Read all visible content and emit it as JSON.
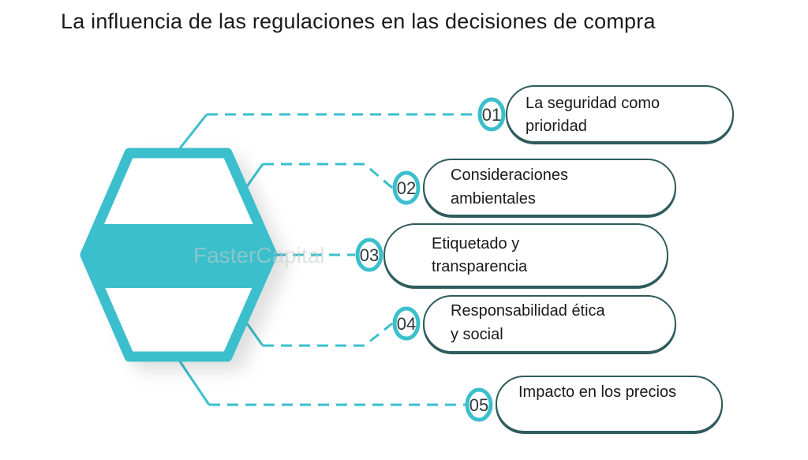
{
  "title": "La influencia de las regulaciones en las decisiones de compra",
  "watermark": "FasterCapital",
  "accent_color": "#3bbfcc",
  "border_color": "#2f5b5c",
  "items": [
    {
      "number": "01",
      "label": "La seguridad como prioridad",
      "lines": [
        "La seguridad como",
        "prioridad"
      ]
    },
    {
      "number": "02",
      "label": "Consideraciones ambientales",
      "lines": [
        "Consideraciones",
        "ambientales"
      ]
    },
    {
      "number": "03",
      "label": "Etiquetado y transparencia",
      "lines": [
        "Etiquetado y",
        "transparencia"
      ]
    },
    {
      "number": "04",
      "label": "Responsabilidad ética y social",
      "lines": [
        "Responsabilidad ética",
        "y social"
      ]
    },
    {
      "number": "05",
      "label": "Impacto en los precios",
      "lines": [
        "Impacto en los precios"
      ]
    }
  ]
}
